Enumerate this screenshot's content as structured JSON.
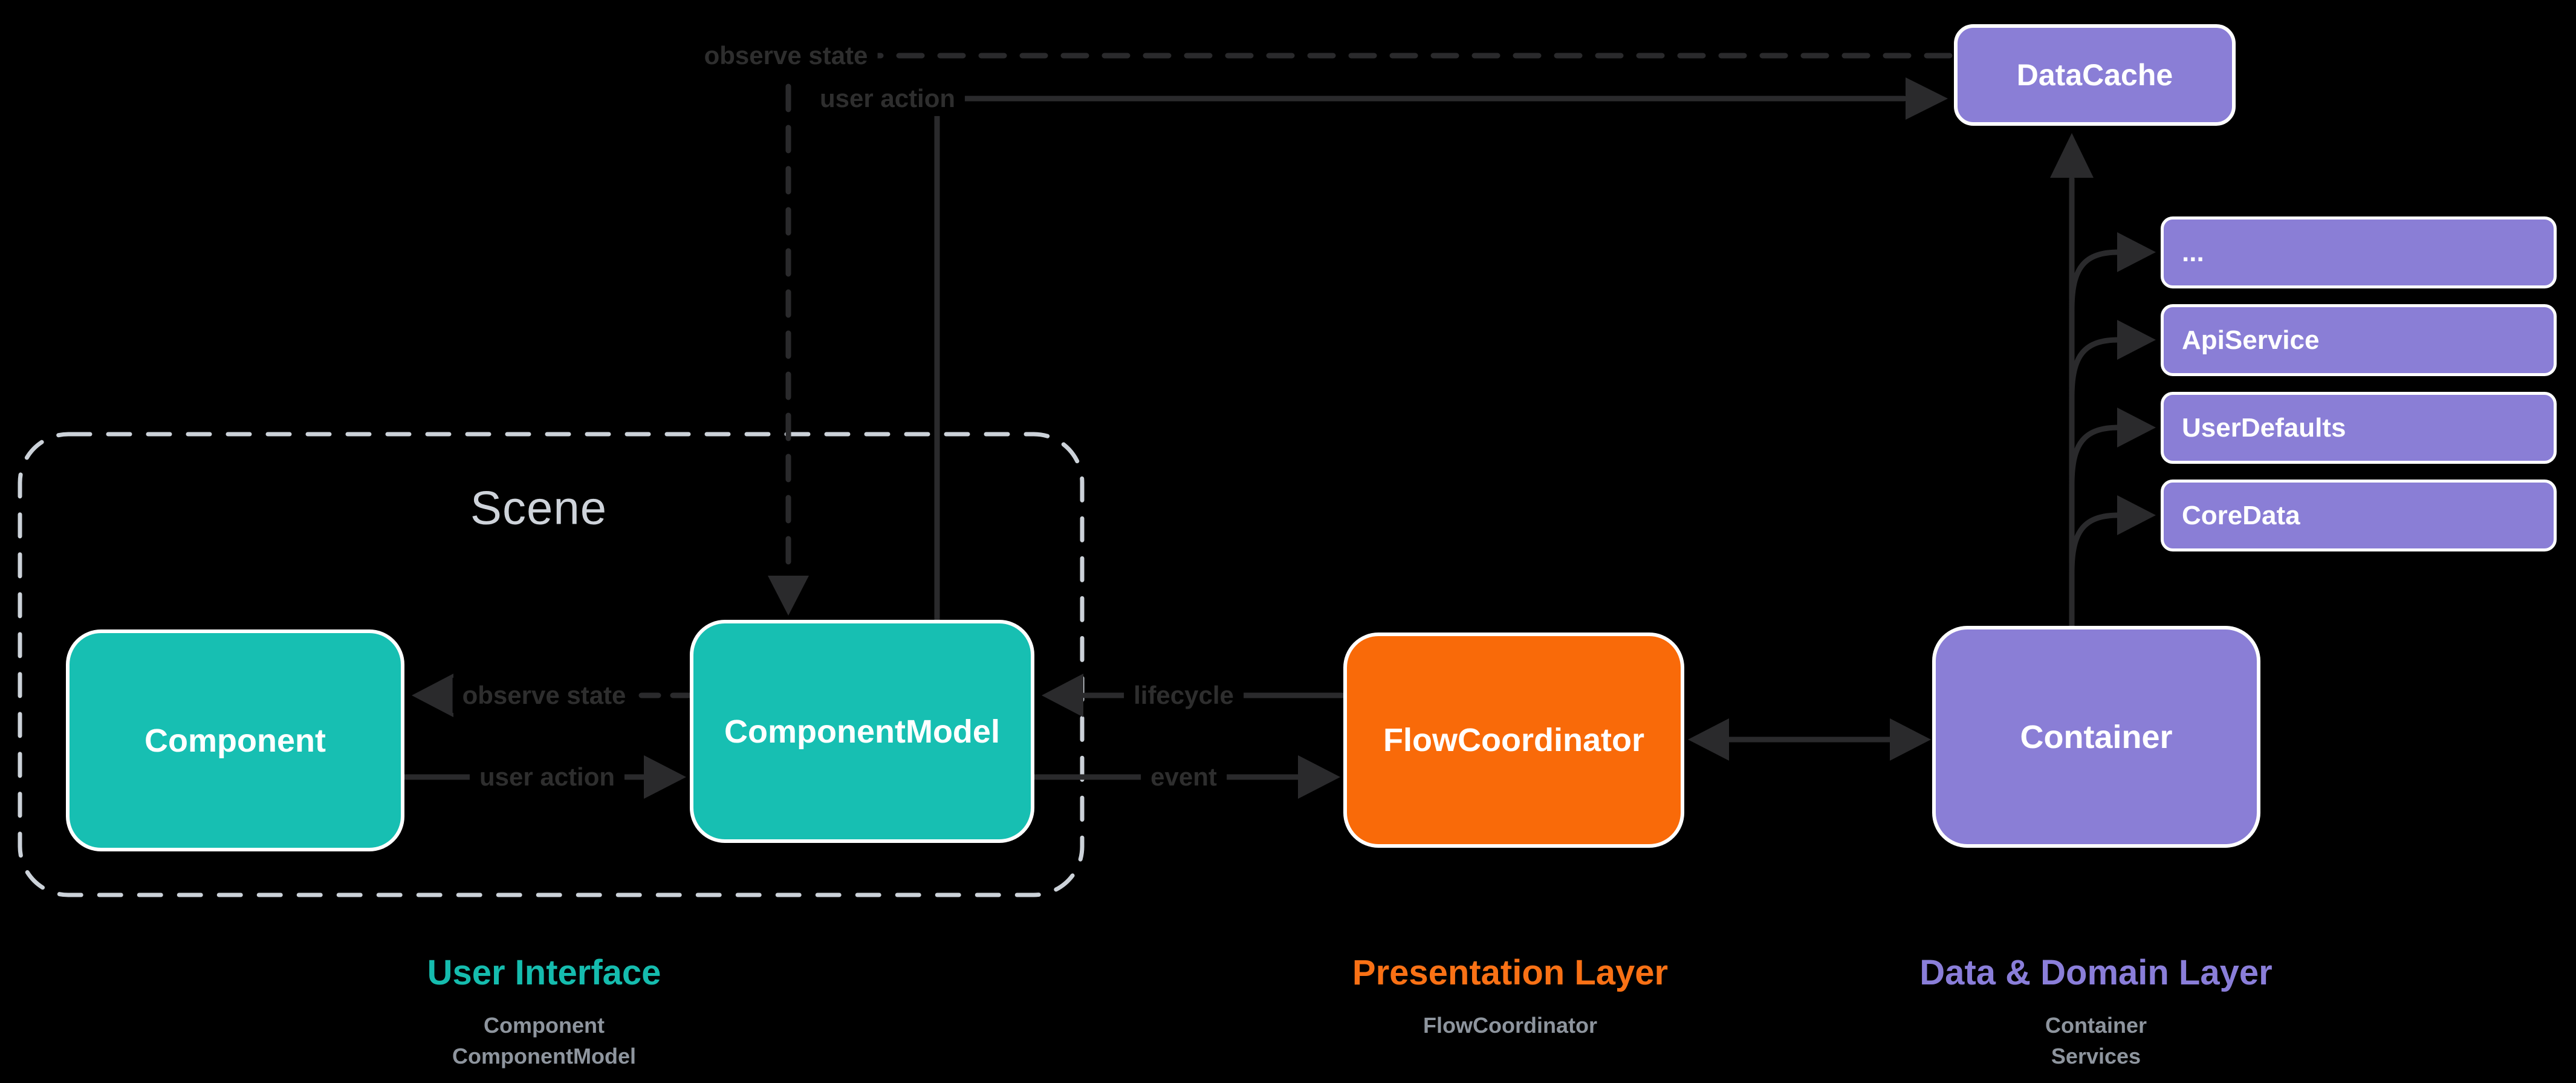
{
  "colors": {
    "background": "#000000",
    "teal": "#17bfb2",
    "orange": "#f96a09",
    "purple": "#8a7ed6",
    "box_border": "#ffffff",
    "connector": "#2a2a2c",
    "connector_label": "#2e2e2e",
    "scene_outline": "#ccd2d9",
    "legend_sublabel": "#8e959e"
  },
  "scene": {
    "title": "Scene"
  },
  "nodes": {
    "component": {
      "label": "Component"
    },
    "component_model": {
      "label": "ComponentModel"
    },
    "flow_coordinator": {
      "label": "FlowCoordinator"
    },
    "container": {
      "label": "Container"
    },
    "data_cache": {
      "label": "DataCache"
    },
    "services": [
      {
        "label": "..."
      },
      {
        "label": "ApiService"
      },
      {
        "label": "UserDefaults"
      },
      {
        "label": "CoreData"
      }
    ]
  },
  "edges": {
    "observe_state_top": "observe state",
    "user_action_top": "user action",
    "observe_state_mid": "observe state",
    "user_action_mid": "user action",
    "lifecycle": "lifecycle",
    "event": "event"
  },
  "legend": [
    {
      "title": "User Interface",
      "items": [
        "Component",
        "ComponentModel"
      ]
    },
    {
      "title": "Presentation Layer",
      "items": [
        "FlowCoordinator"
      ]
    },
    {
      "title": "Data & Domain Layer",
      "items": [
        "Container",
        "Services"
      ]
    }
  ]
}
